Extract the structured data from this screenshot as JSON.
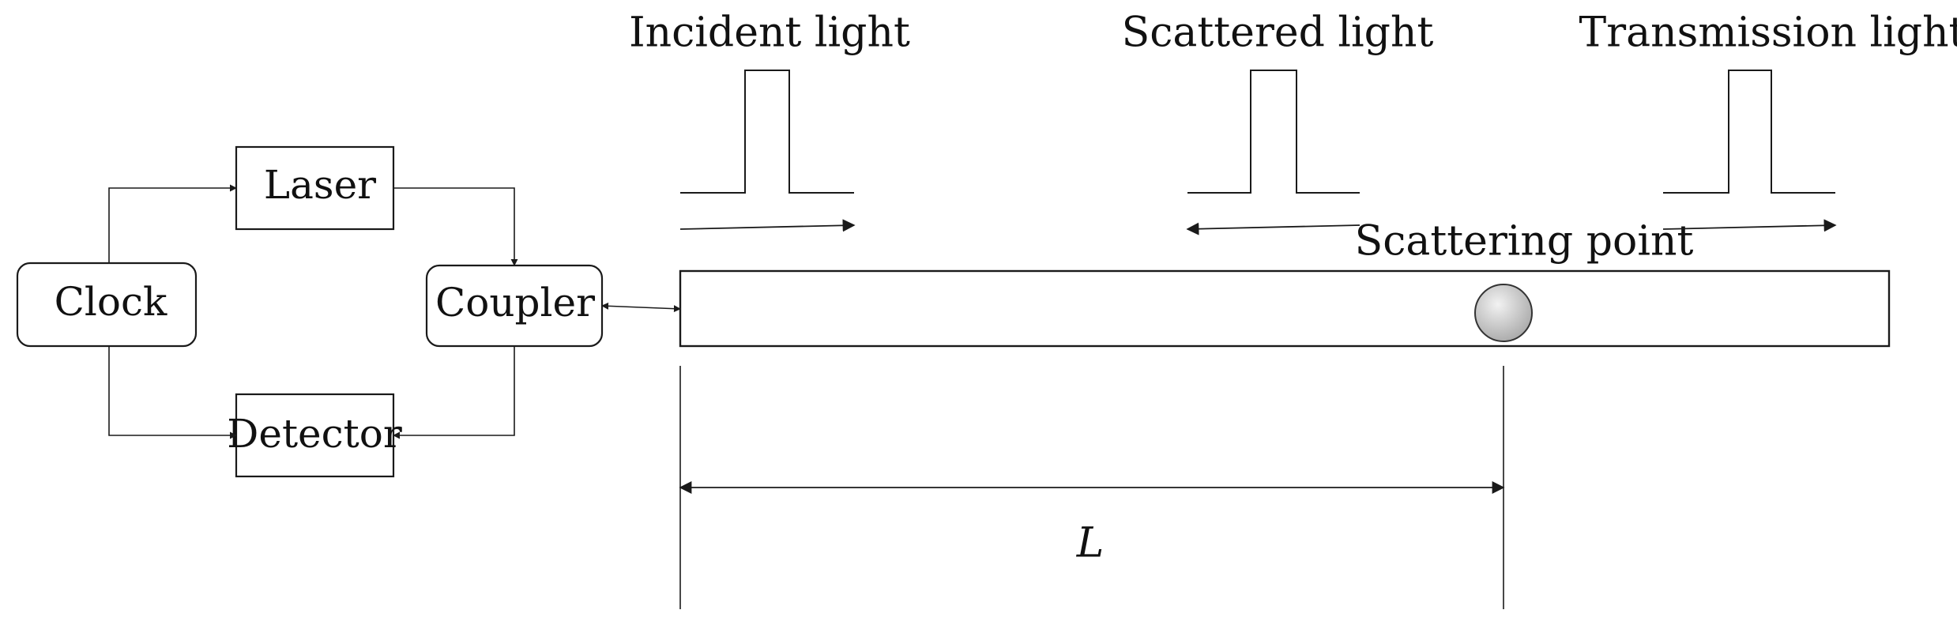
{
  "blocks": {
    "clock": "Clock",
    "laser": "Laser",
    "coupler": "Coupler",
    "detector": "Detector"
  },
  "pulses": {
    "incident": "Incident light",
    "scattered": "Scattered light",
    "transmission": "Transmission light"
  },
  "fiber": {
    "scattering_point": "Scattering point",
    "distance": "L"
  },
  "colors": {
    "stroke": "#1a1a1a",
    "point_light": "#f2f2f2",
    "point_dark": "#a8a8a8"
  }
}
